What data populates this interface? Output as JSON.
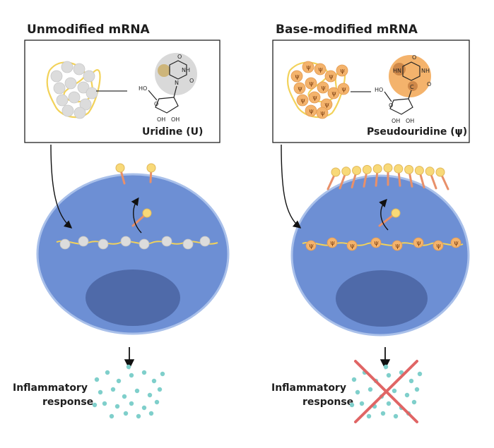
{
  "left": {
    "title": "Unmodified mRNA",
    "nucleoside_label": "Uridine (U)",
    "response_line1": "Inflammatory",
    "response_line2": "response"
  },
  "right": {
    "title": "Base-modified mRNA",
    "nucleoside_label": "Pseudouridine (ψ)",
    "response_line1": "Inflammatory",
    "response_line2": "response",
    "base_symbol": "ψ"
  },
  "atoms": {
    "oxygen": "O",
    "nitrogen": "N",
    "nh": "NH",
    "hn": "HN",
    "ho": "HO",
    "oh": "OH",
    "carbon": "C"
  },
  "colors": {
    "cell": "#6d8fd4",
    "cell_edge": "#9fb6e6",
    "nucleus": "#4f6aa9",
    "mrna_strand": "#f2d25a",
    "uridine_bead": "#dcdcdc",
    "pseudouridine_bead": "#f4b36c",
    "receptor_stem": "#e8906a",
    "receptor_head": "#f8d978",
    "cytokine": "#7fcfcb",
    "cross": "#e06565"
  }
}
